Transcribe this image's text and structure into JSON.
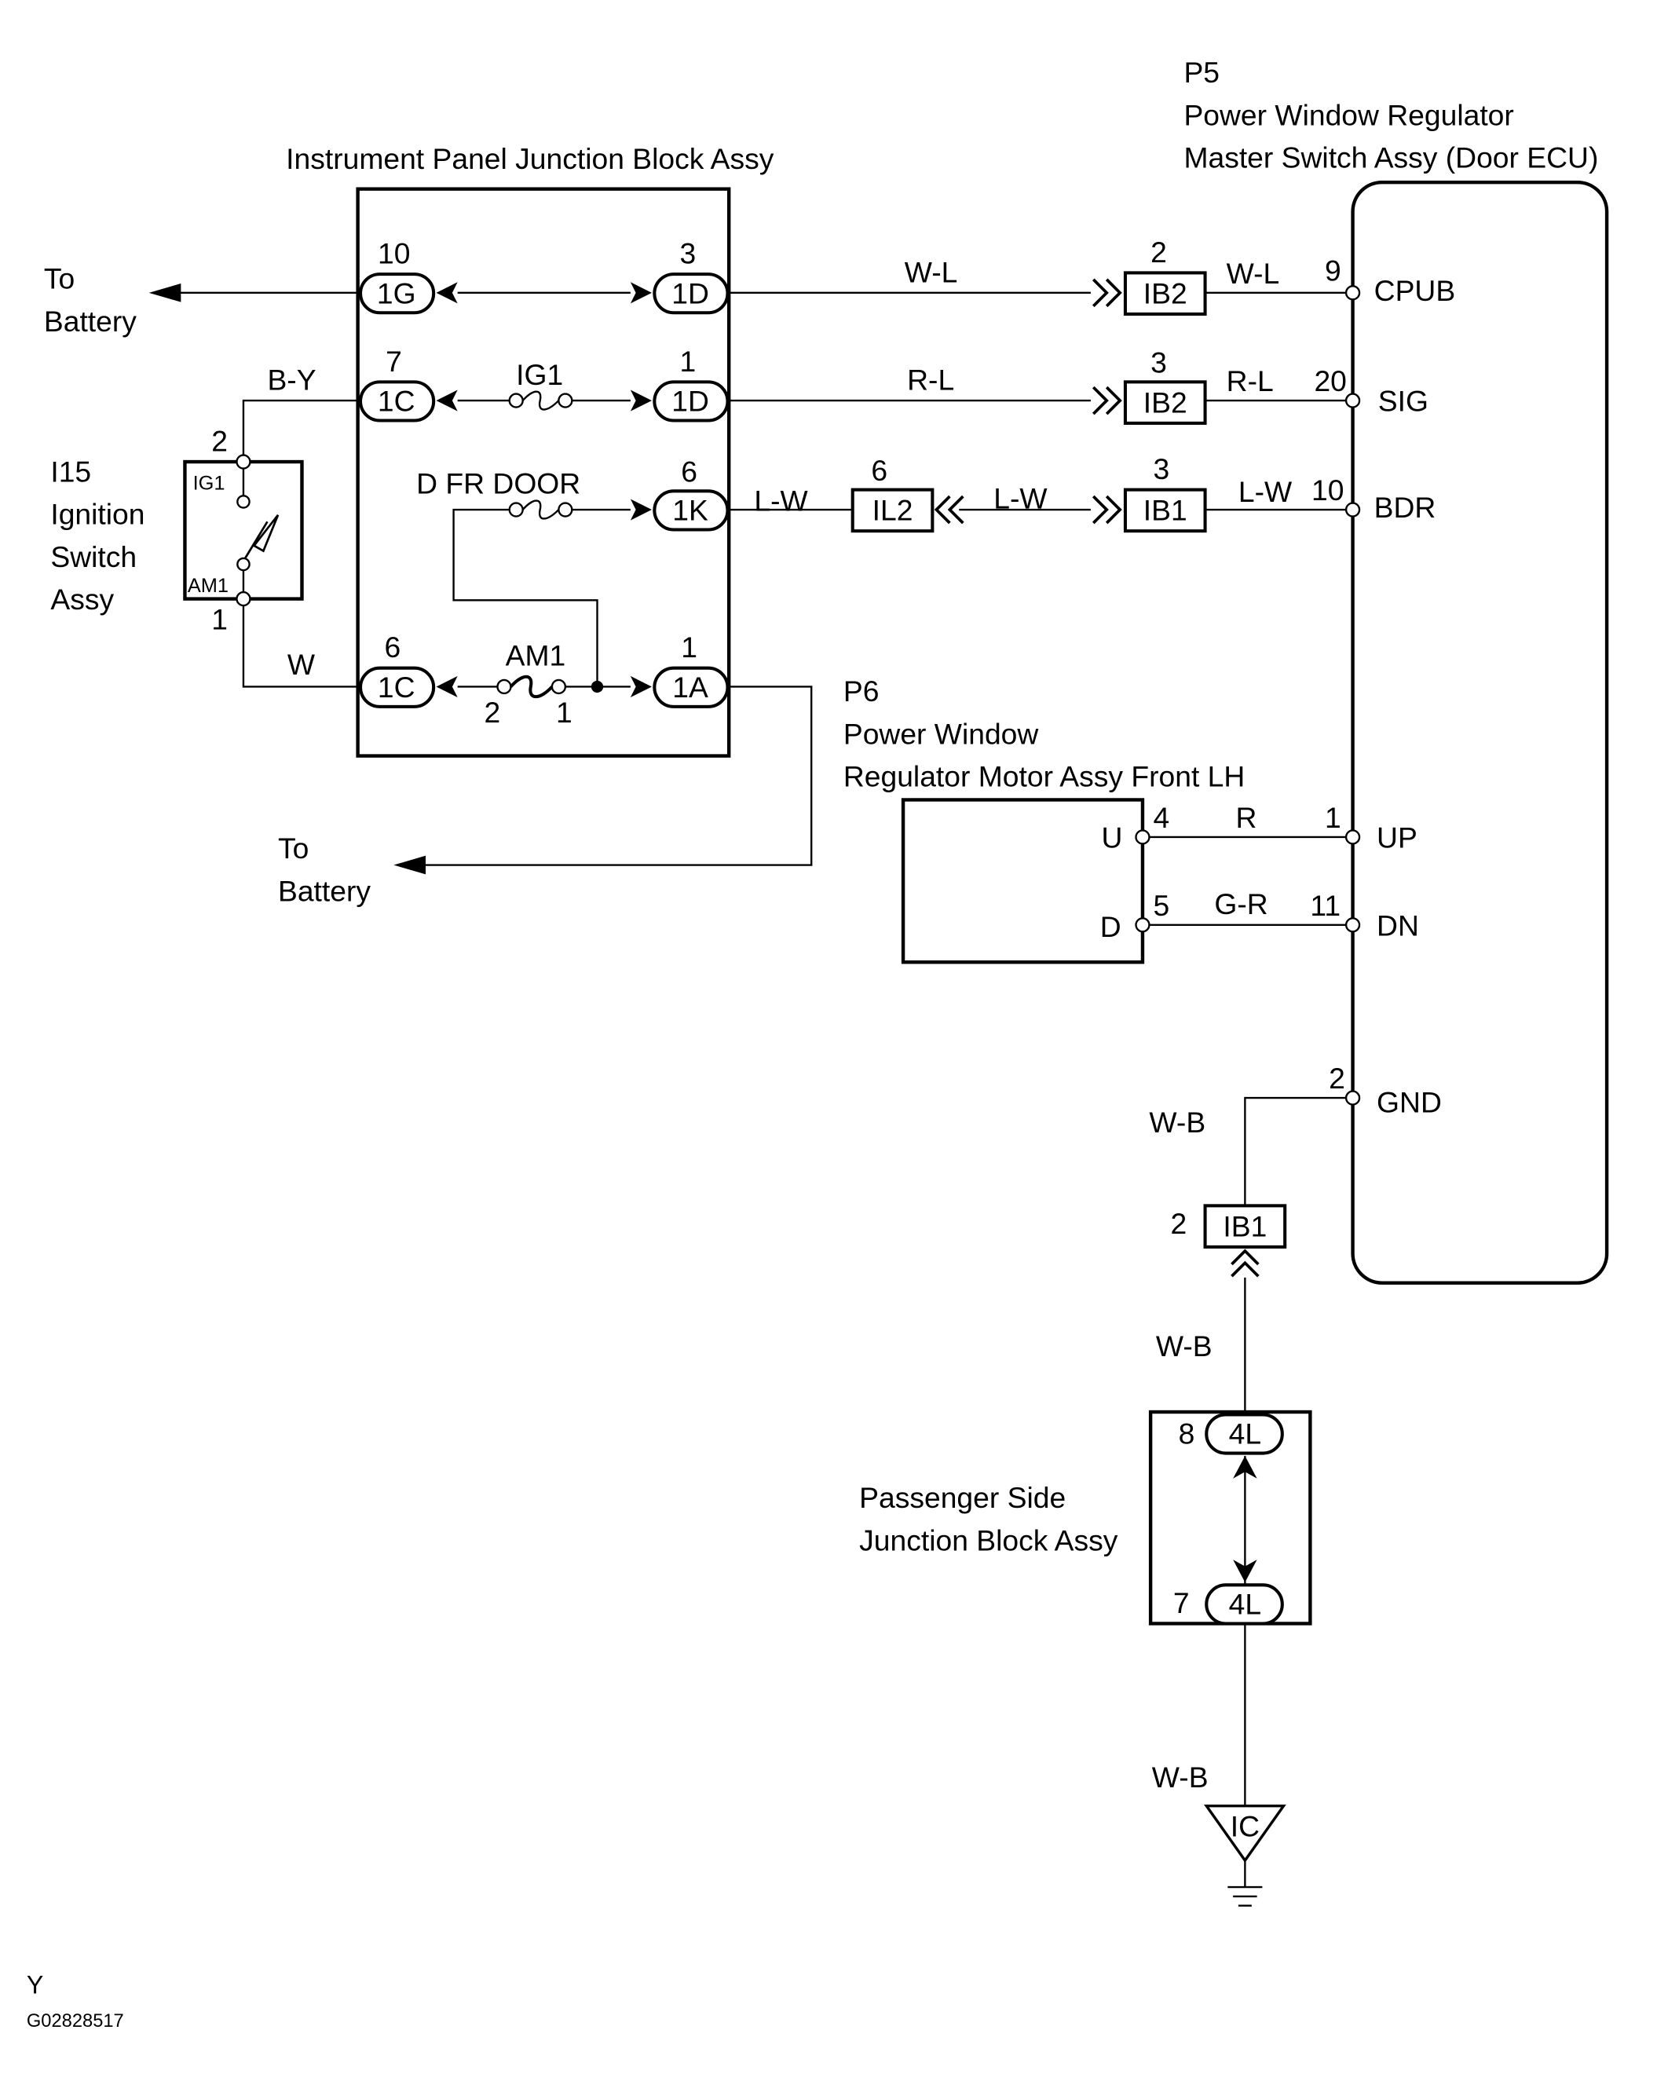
{
  "components": {
    "ipjb": {
      "name": "Instrument Panel Junction Block Assy"
    },
    "p5": {
      "code": "P5",
      "line1": "Power Window Regulator",
      "line2": "Master Switch Assy (Door ECU)"
    },
    "p6": {
      "code": "P6",
      "line1": "Power Window",
      "line2": "Regulator Motor Assy Front LH"
    },
    "i15": {
      "code": "I15",
      "line1": "Ignition",
      "line2": "Switch",
      "line3": "Assy",
      "pin_ig1": "IG1",
      "pin_am1": "AM1",
      "pin_top": "2",
      "pin_bottom": "1"
    },
    "psjb": {
      "line1": "Passenger Side",
      "line2": "Junction Block Assy"
    },
    "to_battery_1": {
      "line1": "To",
      "line2": "Battery"
    },
    "to_battery_2": {
      "line1": "To",
      "line2": "Battery"
    }
  },
  "ipjb_connectors": {
    "left": [
      {
        "label": "1G",
        "pin": "10"
      },
      {
        "label": "1C",
        "pin": "7"
      },
      {
        "label": "1C",
        "pin": "6"
      }
    ],
    "right": [
      {
        "label": "1D",
        "pin": "3"
      },
      {
        "label": "1D",
        "pin": "1"
      },
      {
        "label": "1K",
        "pin": "6"
      },
      {
        "label": "1A",
        "pin": "1"
      }
    ]
  },
  "fuses": {
    "ig1": "IG1",
    "dfrdoor": "D FR DOOR",
    "am1": "AM1",
    "am1_pin_left": "2",
    "am1_pin_right": "1"
  },
  "wires": {
    "w_l_1": "W-L",
    "w_l_2": "W-L",
    "r_l_1": "R-L",
    "r_l_2": "R-L",
    "l_w_1": "L-W",
    "l_w_2": "L-W",
    "l_w_3": "L-W",
    "b_y": "B-Y",
    "w": "W",
    "r": "R",
    "g_r": "G-R",
    "w_b_1": "W-B",
    "w_b_2": "W-B",
    "w_b_3": "W-B"
  },
  "inline_connectors": {
    "ib2_a": {
      "label": "IB2",
      "pin": "2"
    },
    "ib2_b": {
      "label": "IB2",
      "pin": "3"
    },
    "ib1_a": {
      "label": "IB1",
      "pin": "3"
    },
    "il2": {
      "label": "IL2",
      "pin": "6"
    },
    "ib1_b": {
      "label": "IB1",
      "pin": "2"
    }
  },
  "ecu_pins": [
    {
      "num": "9",
      "name": "CPUB"
    },
    {
      "num": "20",
      "name": "SIG"
    },
    {
      "num": "10",
      "name": "BDR"
    },
    {
      "num": "1",
      "name": "UP"
    },
    {
      "num": "11",
      "name": "DN"
    },
    {
      "num": "2",
      "name": "GND"
    }
  ],
  "motor_pins": [
    {
      "name": "U",
      "num": "4"
    },
    {
      "name": "D",
      "num": "5"
    }
  ],
  "psjb_connectors": [
    {
      "label": "4L",
      "pin": "8"
    },
    {
      "label": "4L",
      "pin": "7"
    }
  ],
  "ground": {
    "label": "IC"
  },
  "footer": {
    "letter": "Y",
    "code": "G02828517"
  }
}
